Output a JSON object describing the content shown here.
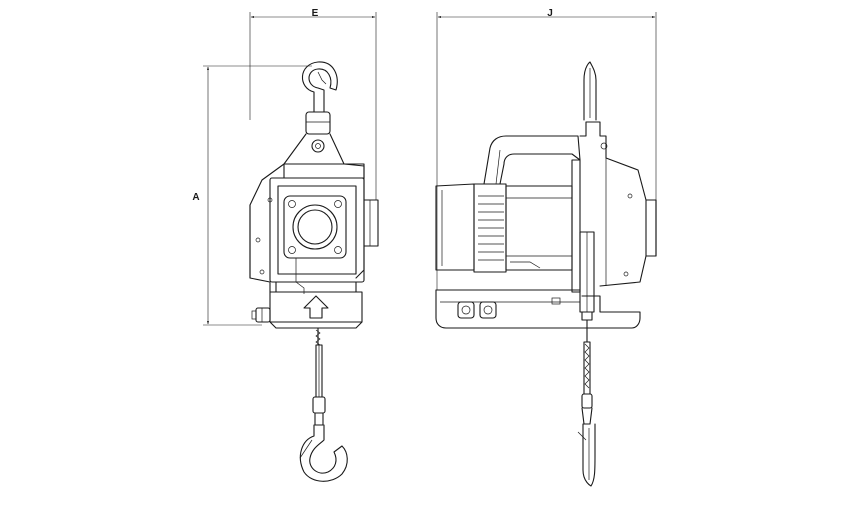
{
  "dimensions": {
    "height_label": "A",
    "front_width_label": "E",
    "side_width_label": "J"
  }
}
